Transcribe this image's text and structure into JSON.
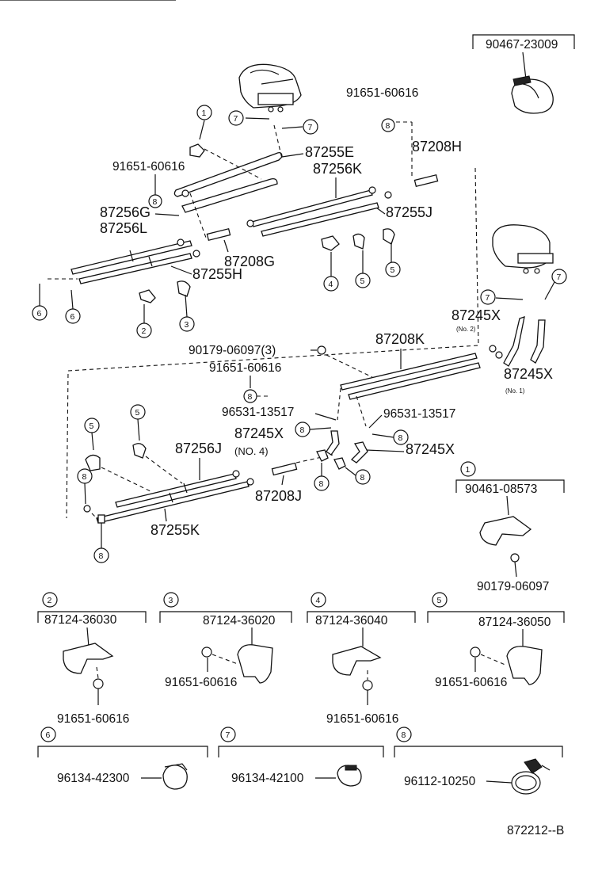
{
  "labels": {
    "p90467": "90467-23009",
    "p91651_top": "91651-60616",
    "p87208H": "87208H",
    "p87255E": "87255E",
    "p87256K": "87256K",
    "p91651_left": "91651-60616",
    "p87256G": "87256G",
    "p87256L": "87256L",
    "p87255J": "87255J",
    "p87208G": "87208G",
    "p87255H": "87255H",
    "p87245X_no2": "87245X",
    "no2": "(No. 2)",
    "p87208K": "87208K",
    "p90179_3": "90179-06097(3)",
    "p91651_mid": "91651-60616",
    "p87245X_no1": "87245X",
    "no1": "(No. 1)",
    "p96531_a": "96531-13517",
    "p96531_b": "96531-13517",
    "p87245X_no4": "87245X",
    "no4": "(NO. 4)",
    "p87245X_r": "87245X",
    "p87256J": "87256J",
    "p87208J": "87208J",
    "p87255K": "87255K",
    "ref_code": "872212--B"
  },
  "callouts": {
    "c1": "1",
    "c2": "2",
    "c3": "3",
    "c4": "4",
    "c5": "5",
    "c6": "6",
    "c7": "7",
    "c8": "8"
  },
  "boxes": {
    "box1": {
      "num": "1",
      "part": "90461-08573",
      "sub": "90179-06097"
    },
    "box2": {
      "num": "2",
      "part": "87124-36030",
      "sub": "91651-60616"
    },
    "box3": {
      "num": "3",
      "part": "87124-36020",
      "sub": "91651-60616"
    },
    "box4": {
      "num": "4",
      "part": "87124-36040",
      "sub": "91651-60616"
    },
    "box5": {
      "num": "5",
      "part": "87124-36050",
      "sub": "91651-60616"
    },
    "box6": {
      "num": "6",
      "part": "96134-42300"
    },
    "box7": {
      "num": "7",
      "part": "96134-42100"
    },
    "box8": {
      "num": "8",
      "part": "96112-10250"
    }
  }
}
